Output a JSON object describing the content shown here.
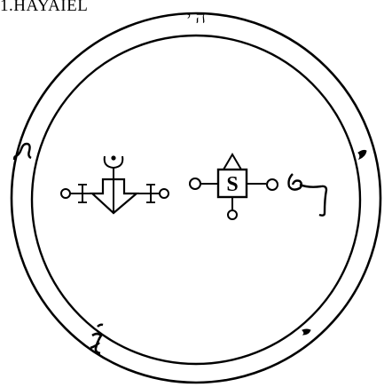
{
  "title": "1.HAYAIEL",
  "seal": {
    "letters": {
      "top": "ה י",
      "center_box": "S"
    },
    "colors": {
      "ink": "#000000",
      "paper": "#ffffff"
    }
  }
}
